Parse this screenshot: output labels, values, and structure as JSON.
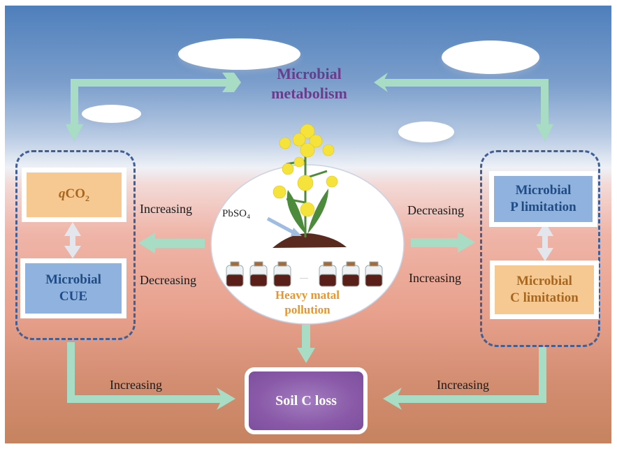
{
  "title": {
    "line1": "Microbial",
    "line2": "metabolism"
  },
  "center": {
    "chemical_label": "PbSO₄",
    "pollution_line1": "Heavy matal",
    "pollution_line2": "pollution",
    "ellipsis": "......"
  },
  "left_group": {
    "top_box": {
      "italic": "q",
      "main": "CO",
      "sub": "2"
    },
    "bottom_box": {
      "line1": "Microbial",
      "line2": "CUE"
    },
    "label_top": "Increasing",
    "label_bottom": "Decreasing"
  },
  "right_group": {
    "top_box": {
      "line1": "Microbial",
      "line2": "P limitation"
    },
    "bottom_box": {
      "line1": "Microbial",
      "line2": "C limitation"
    },
    "label_top": "Decreasing",
    "label_bottom": "Increasing"
  },
  "bottom": {
    "result_box": "Soil C loss",
    "label_left": "Increasing",
    "label_right": "Increasing"
  },
  "colors": {
    "arrow": "#a8dcc4",
    "purple_text": "#6a3c8c",
    "orange_box": "#f6c992",
    "orange_text": "#a8661e",
    "blue_box": "#8fb3de",
    "blue_text": "#1f4b86",
    "pollution_text": "#e8962c",
    "result_box": "#8a5aa8"
  }
}
